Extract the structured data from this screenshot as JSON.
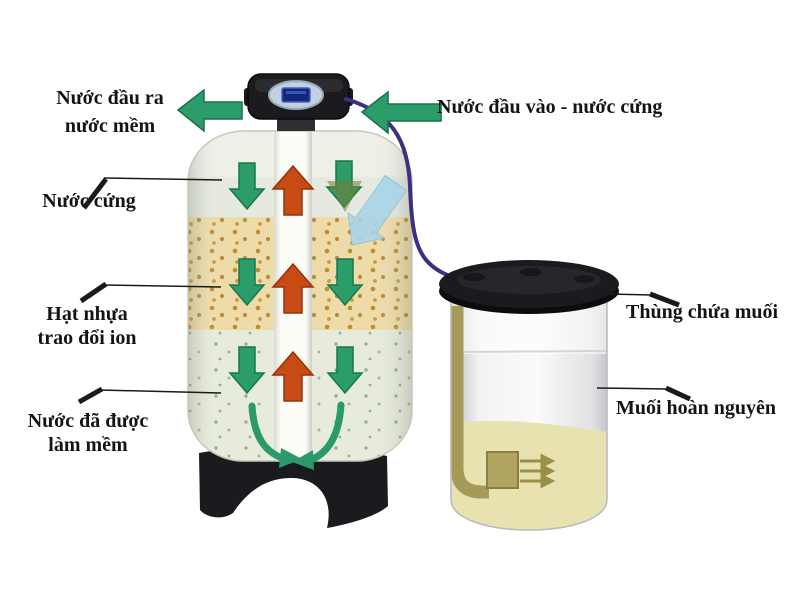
{
  "labels": {
    "soft_water_out_line1": "Nước đầu ra",
    "soft_water_out_line2": "nước mềm",
    "hard_water_in": "Nước đầu vào - nước cứng",
    "hard_water": "Nước cứng",
    "resin_line1": "Hạt nhựa",
    "resin_line2": "trao đổi ion",
    "softened_line1": "Nước đã được",
    "softened_line2": "làm mềm",
    "salt_tank": "Thùng chứa muối",
    "regen_salt": "Muối hoàn nguyên"
  },
  "colors": {
    "flow_green": "#2d9c6b",
    "flow_red": "#c84a15",
    "rinse_blue": "#a8d5e8",
    "top_layer": "#e5e9e0",
    "resin_layer": "#eddcaa",
    "softened_layer": "#e7ebdc",
    "brine": "#e8e2b0",
    "tube_purple": "#3e2f80",
    "hardware_black": "#1b1b1f"
  },
  "icons": {
    "outlet_arrow": "arrow-left",
    "inlet_arrow": "arrow-left",
    "downflow_arrow": "arrow-down",
    "upflow_arrow": "arrow-up",
    "rinse_arrow": "arrow-down-left",
    "brine_draw_arrows": "arrow-right"
  }
}
